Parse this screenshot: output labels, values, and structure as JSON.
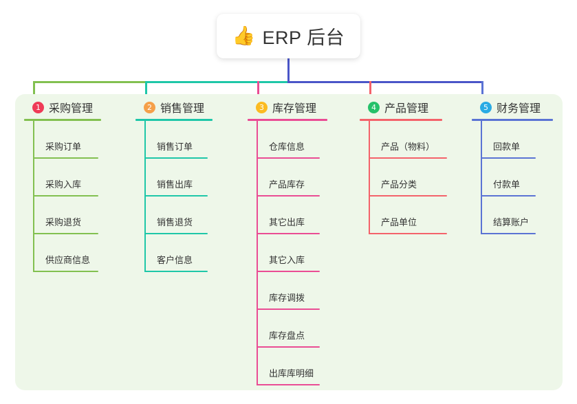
{
  "diagram": {
    "type": "mind-map",
    "background_color": "#ffffff",
    "panel_color": "#eef7e9",
    "root": {
      "emoji": "👍",
      "emoji_name": "thumbs-up-icon",
      "title": "ERP 后台",
      "connector_color": "#4a55c8"
    },
    "columns": [
      {
        "number": "1",
        "title": "采购管理",
        "badge_color": "#ef3b57",
        "line_color": "#82c050",
        "items": [
          "采购订单",
          "采购入库",
          "采购退货",
          "供应商信息"
        ]
      },
      {
        "number": "2",
        "title": "销售管理",
        "badge_color": "#f5a04a",
        "line_color": "#1ec7a8",
        "items": [
          "销售订单",
          "销售出库",
          "销售退货",
          "客户信息"
        ]
      },
      {
        "number": "3",
        "title": "库存管理",
        "badge_color": "#fbbb21",
        "line_color": "#ea4c94",
        "items": [
          "仓库信息",
          "产品库存",
          "其它出库",
          "其它入库",
          "库存调拨",
          "库存盘点",
          "出库库明细"
        ]
      },
      {
        "number": "4",
        "title": "产品管理",
        "badge_color": "#25c16a",
        "line_color": "#f4626a",
        "items": [
          "产品（物料）",
          "产品分类",
          "产品单位"
        ]
      },
      {
        "number": "5",
        "title": "财务管理",
        "badge_color": "#2aabe4",
        "line_color": "#5a73d4",
        "items": [
          "回款单",
          "付款单",
          "结算账户"
        ]
      }
    ],
    "trunk_segments": [
      {
        "name": "segment-green",
        "color": "#82c050"
      },
      {
        "name": "segment-teal",
        "color": "#1ec7a8"
      },
      {
        "name": "segment-indigo",
        "color": "#4a55c8"
      }
    ]
  }
}
